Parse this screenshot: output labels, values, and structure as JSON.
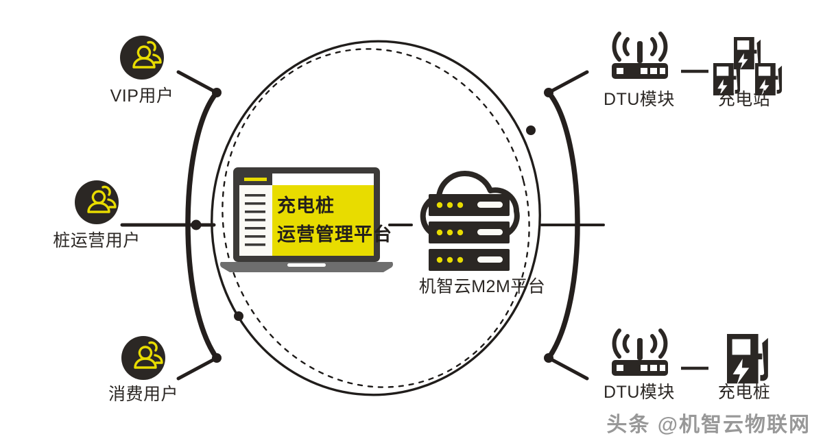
{
  "diagram": {
    "title_hidden": "",
    "colors": {
      "yellow": "#E8DC00",
      "dark": "#2b2724",
      "ink": "#231f1c",
      "gray": "#6e6e6e",
      "white": "#ffffff"
    }
  },
  "left_nodes": [
    {
      "id": "vip",
      "label": "VIP用户",
      "icon": "users-icon"
    },
    {
      "id": "operator",
      "label": "桩运营用户",
      "icon": "users-icon"
    },
    {
      "id": "consumer",
      "label": "消费用户",
      "icon": "users-icon"
    }
  ],
  "center": {
    "laptop": {
      "icon": "laptop-icon",
      "screen_line1": "充电桩",
      "screen_line2": "运营管理平台",
      "sidebar_items": 6
    },
    "cloud": {
      "icon": "cloud-server-icon",
      "label": "机智云M2M平台",
      "server_units": 3,
      "dots_per_unit": 3
    }
  },
  "right_nodes": [
    {
      "id": "station",
      "dtu": {
        "label": "DTU模块",
        "icon": "dtu-router-icon"
      },
      "device": {
        "label": "充电站",
        "icon": "charging-station-icon",
        "count": 3
      }
    },
    {
      "id": "pile",
      "dtu": {
        "label": "DTU模块",
        "icon": "dtu-router-icon"
      },
      "device": {
        "label": "充电桩",
        "icon": "charging-pile-icon",
        "count": 1
      }
    }
  ],
  "watermark": {
    "text": "头条 @机智云物联网"
  }
}
